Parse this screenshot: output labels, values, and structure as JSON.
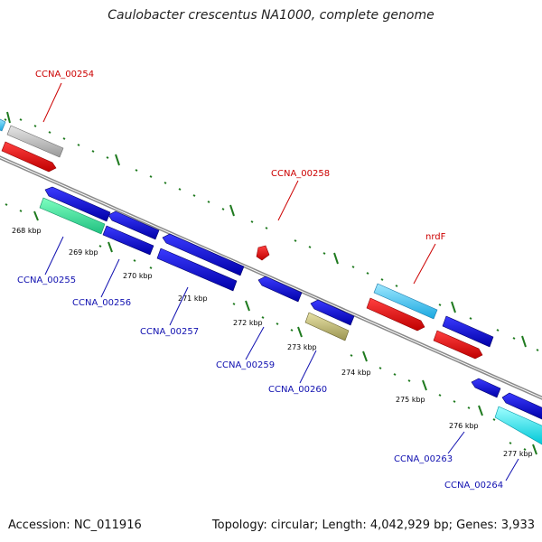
{
  "title": "Caulobacter crescentus NA1000, complete genome",
  "footer": {
    "accession": "Accession: NC_011916",
    "stats": "Topology: circular; Length: 4,042,929 bp; Genes: 3,933"
  },
  "colors": {
    "backbone": "#8a8a8a",
    "tick": "#1f7a1f",
    "label_forward": "#cc0000",
    "label_reverse": "#1010b0"
  },
  "kbp_ticks": [
    "268 kbp",
    "269 kbp",
    "270 kbp",
    "271 kbp",
    "272 kbp",
    "273 kbp",
    "274 kbp",
    "275 kbp",
    "276 kbp",
    "277 kbp"
  ],
  "labels_forward": [
    "CCNA_00254",
    "CCNA_00258",
    "nrdF"
  ],
  "labels_reverse": [
    "CCNA_00255",
    "CCNA_00256",
    "CCNA_00257",
    "CCNA_00259",
    "CCNA_00260",
    "CCNA_00263",
    "CCNA_00264"
  ]
}
